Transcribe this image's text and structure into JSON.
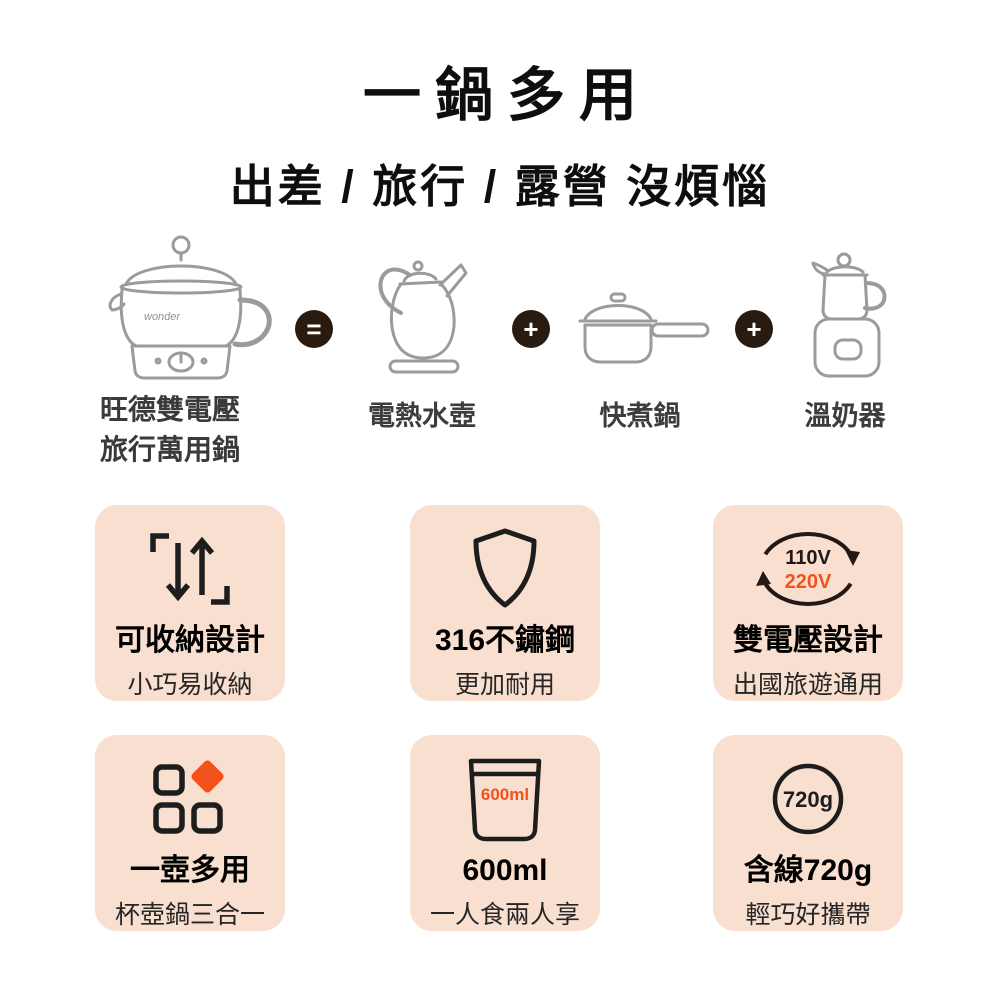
{
  "header": {
    "title": "一鍋多用",
    "subtitle": "出差 / 旅行 / 露營 沒煩惱"
  },
  "equation": {
    "brand": "wonder",
    "product": {
      "label_line1": "旺德雙電壓",
      "label_line2": "旅行萬用鍋"
    },
    "equals_sign": "=",
    "plus_sign": "+",
    "items": [
      {
        "label": "電熱水壺",
        "icon": "kettle-icon"
      },
      {
        "label": "快煮鍋",
        "icon": "saucepan-icon"
      },
      {
        "label": "溫奶器",
        "icon": "milk-warmer-icon"
      }
    ]
  },
  "features": [
    {
      "title": "可收納設計",
      "subtitle": "小巧易收納",
      "icon": "collapsible-arrows-icon"
    },
    {
      "title": "316不鏽鋼",
      "subtitle": "更加耐用",
      "icon": "shield-icon"
    },
    {
      "title": "雙電壓設計",
      "subtitle": "出國旅遊通用",
      "icon": "dual-voltage-icon",
      "voltage_top": "110V",
      "voltage_bottom": "220V"
    },
    {
      "title": "一壺多用",
      "subtitle": "杯壺鍋三合一",
      "icon": "multi-purpose-squares-icon"
    },
    {
      "title": "600ml",
      "subtitle": "一人食兩人享",
      "icon": "measuring-cup-icon",
      "capacity_label": "600ml"
    },
    {
      "title": "含線720g",
      "subtitle": "輕巧好攜帶",
      "icon": "weight-circle-icon",
      "weight_label": "720g"
    }
  ],
  "colors": {
    "accent_orange": "#f2521b",
    "card_background": "#f8dfd0",
    "badge_dark": "#2a1b11",
    "outline_gray": "#9b9b9b",
    "icon_dark": "#1d1d1d"
  }
}
